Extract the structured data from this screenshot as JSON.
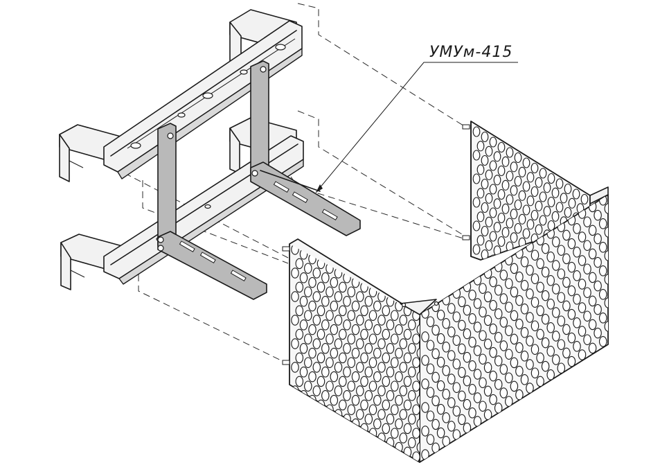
{
  "diagram": {
    "callout_label": "УМУм-415",
    "colors": {
      "line": "#1a1a1a",
      "bracket_fill": "#b9b9b9",
      "panel_fill": "#f7f7f7",
      "background": "#ffffff"
    },
    "parts": [
      "wall-mount-upper",
      "wall-mount-lower",
      "horizontal-rail-upper",
      "horizontal-rail-lower",
      "bracket-assembly",
      "perforated-guard-panel"
    ]
  }
}
